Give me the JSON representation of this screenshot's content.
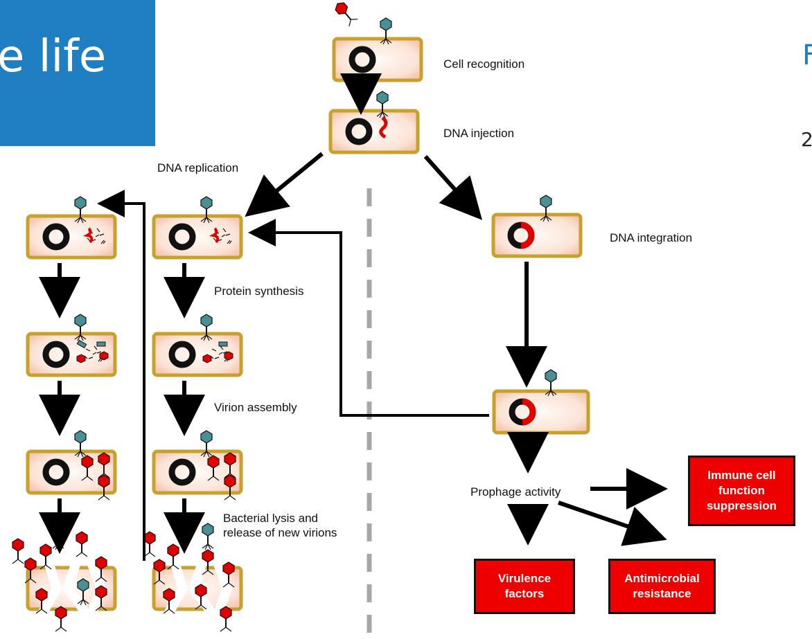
{
  "header": {
    "title_fragment": "e life",
    "right_fragment": "F",
    "right_number_fragment": "2"
  },
  "labels": {
    "cell_recognition": "Cell recognition",
    "dna_injection": "DNA injection",
    "dna_replication": "DNA replication",
    "dna_integration": "DNA integration",
    "protein_synthesis": "Protein synthesis",
    "virion_assembly": "Virion assembly",
    "lysis": "Bacterial lysis and\nrelease of new virions",
    "prophage_activity": "Prophage activity"
  },
  "outcomes": {
    "immune": "Immune cell\nfunction\nsuppression",
    "virulence": "Virulence\nfactors",
    "antimicrobial": "Antimicrobial\nresistance"
  },
  "colors": {
    "title_bg": "#1f7fc0",
    "cell_border": "#c8a02c",
    "cell_fill": "#fbe6dc",
    "dna_red": "#e00000",
    "phage_teal": "#4a8f94",
    "outcome_red": "#ee0000"
  }
}
